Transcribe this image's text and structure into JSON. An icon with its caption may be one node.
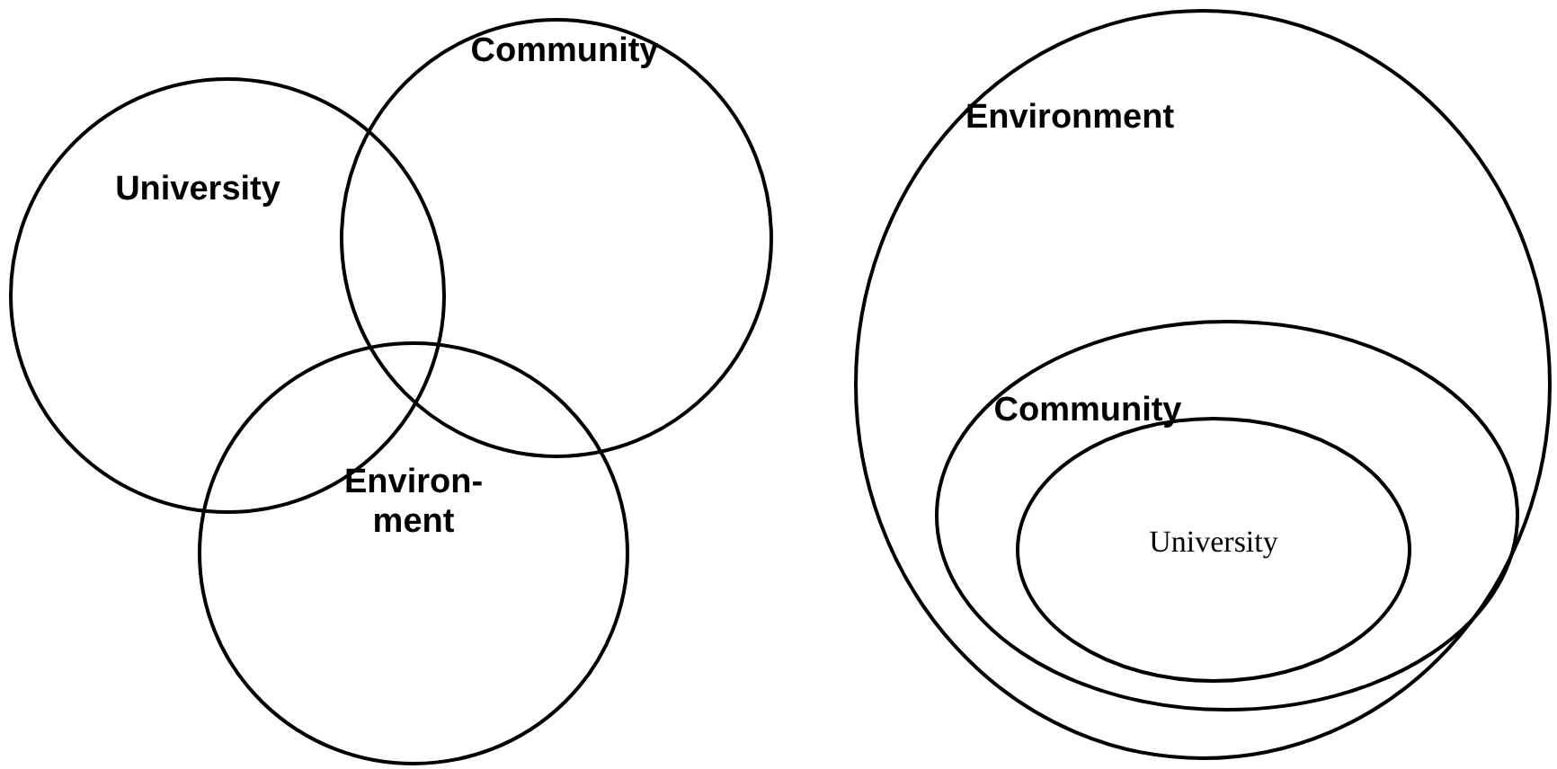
{
  "diagram": {
    "nodes": [
      {
        "text": [
          "University"
        ]
      },
      {
        "text": [
          "Community"
        ]
      },
      {
        "text": [
          "Environ- ment"
        ]
      },
      {
        "text": [
          "Environment"
        ]
      },
      {
        "text": [
          "Community"
        ],
        "in": 3
      },
      {
        "text": [
          "University"
        ],
        "in": 4
      }
    ]
  }
}
